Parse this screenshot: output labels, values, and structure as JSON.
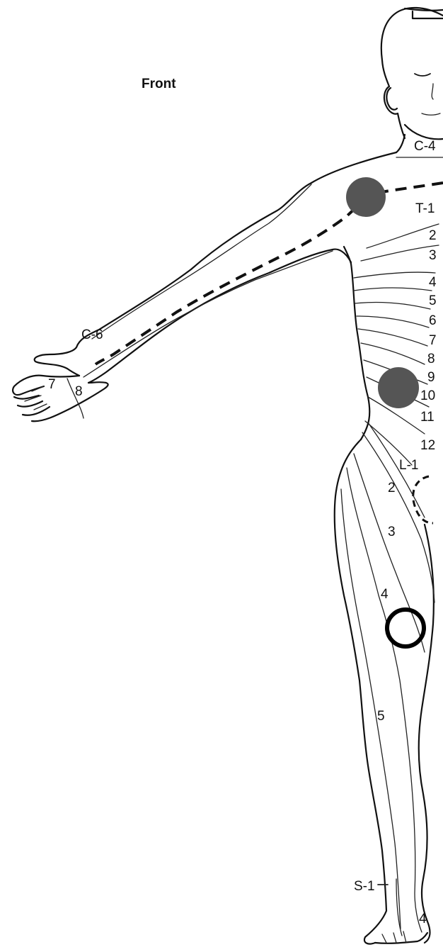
{
  "title": "Front",
  "labels": {
    "c4": "C-4",
    "c6": "C-6",
    "hand7": "7",
    "hand8": "8",
    "t1": "T-1",
    "t2": "2",
    "t3": "3",
    "t4": "4",
    "t5": "5",
    "t6": "6",
    "t7": "7",
    "t8": "8",
    "t9": "9",
    "t10": "10",
    "t11": "11",
    "t12": "12",
    "l1": "L-1",
    "l2": "2",
    "l3": "3",
    "l4": "4",
    "l5": "5",
    "s1": "S-1",
    "foot4": "4"
  },
  "markers": {
    "shoulder_spot": {
      "style": "filled",
      "color": "#555555"
    },
    "flank_spot": {
      "style": "filled",
      "color": "#555555"
    },
    "knee_ring": {
      "style": "ring",
      "color": "#000000"
    }
  }
}
